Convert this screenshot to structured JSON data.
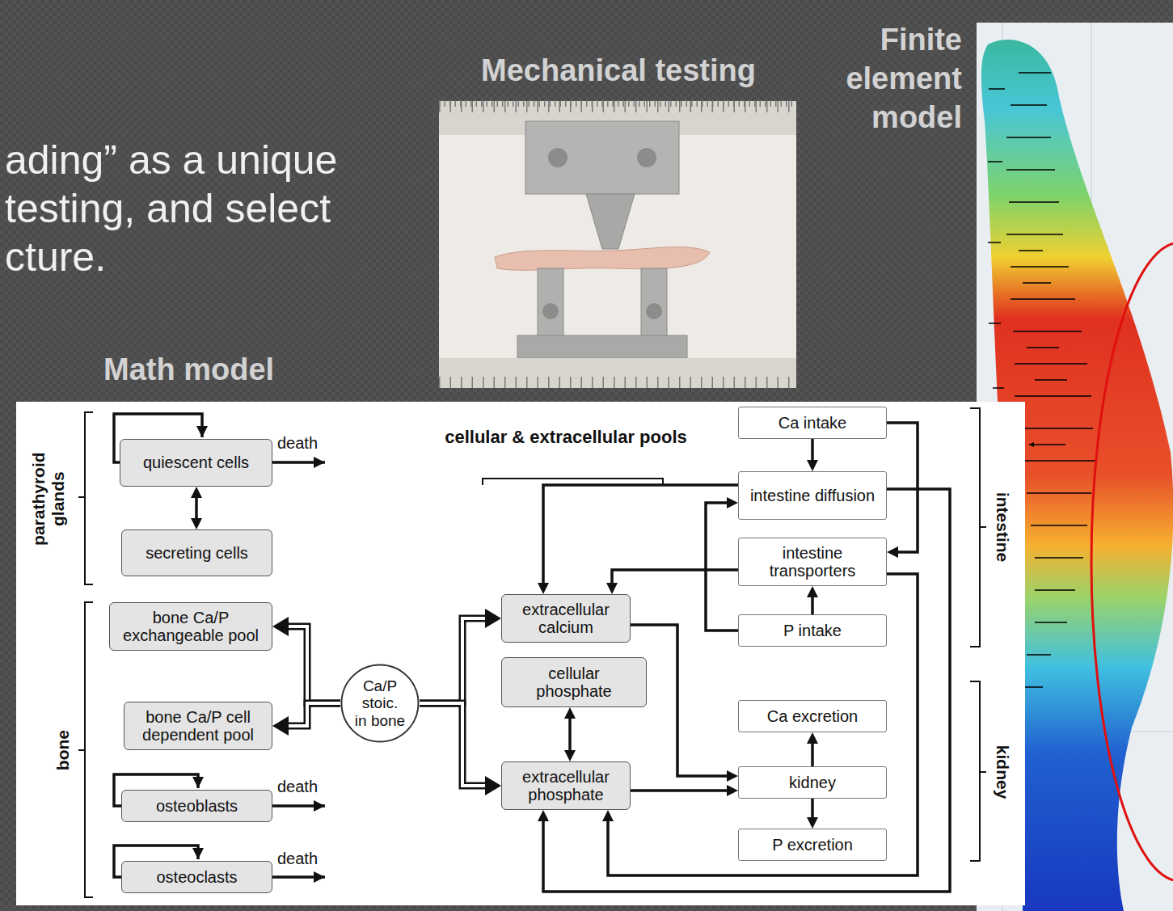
{
  "diagram": {
    "nodes": [
      {
        "text": [
          "quiescent cells"
        ]
      },
      {
        "text": [
          "secreting cells"
        ]
      },
      {
        "text": [
          "bone Ca/P exchangeable pool"
        ]
      },
      {
        "text": [
          "bone Ca/P cell dependent pool"
        ]
      },
      {
        "text": [
          "osteoblasts"
        ]
      },
      {
        "text": [
          "osteoclasts"
        ]
      },
      {
        "text": [
          "Ca/P stoic. in bone"
        ]
      },
      {
        "text": [
          "extracellular calcium"
        ]
      },
      {
        "text": [
          "cellular phosphate"
        ]
      },
      {
        "text": [
          "extracellular phosphate"
        ]
      },
      {
        "text": [
          "Ca intake"
        ]
      },
      {
        "text": [
          "intestine diffusion"
        ]
      },
      {
        "text": [
          "intestine transporters"
        ]
      },
      {
        "text": [
          "P intake"
        ]
      },
      {
        "text": [
          "Ca excretion"
        ]
      },
      {
        "text": [
          "kidney"
        ]
      },
      {
        "text": [
          "P excretion"
        ]
      }
    ],
    "edges": [
      {
        "from": 0,
        "to": 1,
        "arrow": "both"
      },
      {
        "from": 6,
        "to": 2,
        "arrow": "to"
      },
      {
        "from": 6,
        "to": 3,
        "arrow": "to"
      },
      {
        "from": 6,
        "to": 7,
        "arrow": "to"
      },
      {
        "from": 6,
        "to": 9,
        "arrow": "to"
      },
      {
        "from": 8,
        "to": 9,
        "arrow": "both"
      },
      {
        "from": 10,
        "to": 11,
        "arrow": "to"
      },
      {
        "from": 10,
        "to": 12,
        "arrow": "to"
      },
      {
        "from": 13,
        "to": 12,
        "arrow": "to"
      },
      {
        "from": 13,
        "to": 11,
        "arrow": "to"
      },
      {
        "from": 11,
        "to": 7,
        "arrow": "to"
      },
      {
        "from": 12,
        "to": 7,
        "arrow": "to"
      },
      {
        "from": 11,
        "to": 9,
        "arrow": "to"
      },
      {
        "from": 12,
        "to": 9,
        "arrow": "to"
      },
      {
        "from": 7,
        "to": 15,
        "arrow": "to"
      },
      {
        "from": 9,
        "to": 15,
        "arrow": "to"
      },
      {
        "from": 15,
        "to": 14,
        "arrow": "to"
      },
      {
        "from": 15,
        "to": 16,
        "arrow": "to"
      }
    ],
    "labels": [
      "ading” as a unique testing, and select cture.",
      "Mechanical testing",
      "Finite element model",
      "Math model",
      "parathyroid glands",
      "bone",
      "cellular & extracellular pools",
      "death",
      "death",
      "death",
      "intestine",
      "kidney"
    ]
  }
}
